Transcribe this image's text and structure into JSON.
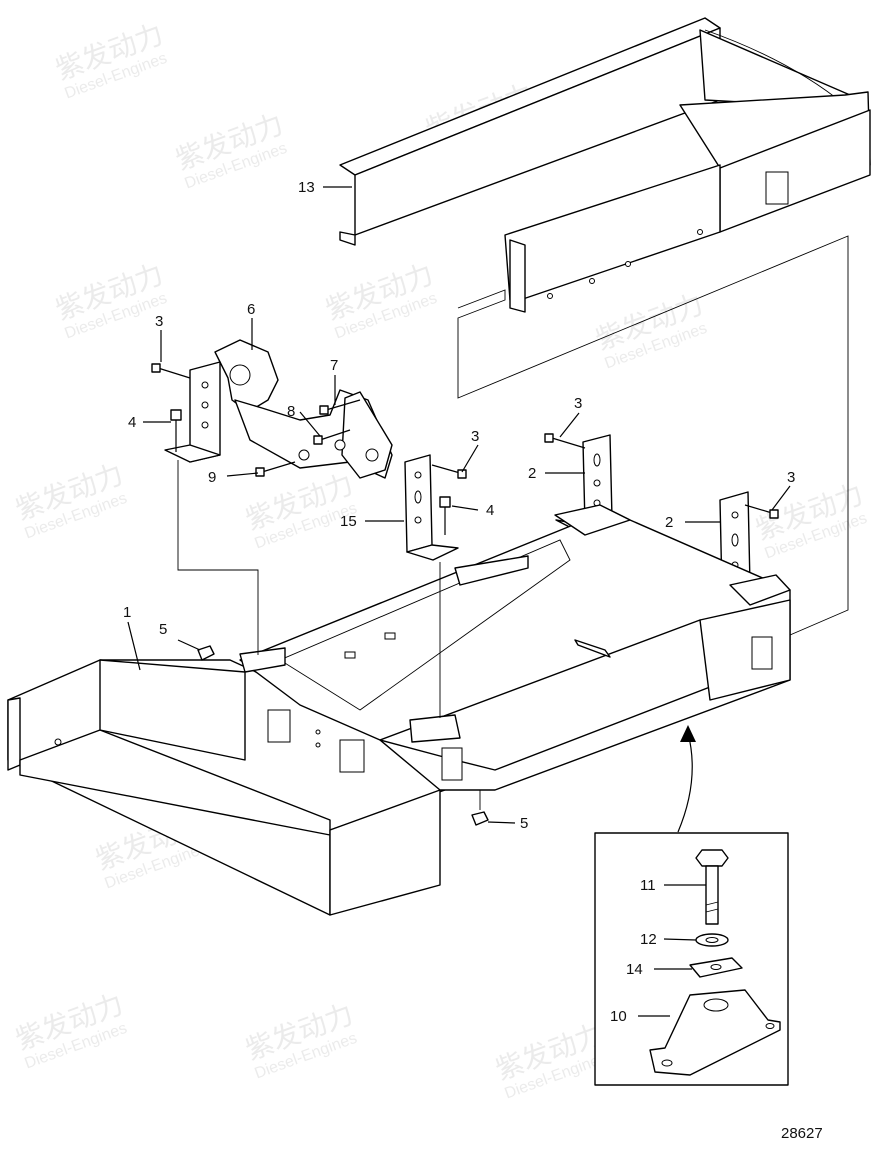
{
  "diagram": {
    "drawing_number": "28627",
    "callouts": [
      {
        "id": "c1",
        "label": "1"
      },
      {
        "id": "c2a",
        "label": "2"
      },
      {
        "id": "c2b",
        "label": "2"
      },
      {
        "id": "c3a",
        "label": "3"
      },
      {
        "id": "c3b",
        "label": "3"
      },
      {
        "id": "c3c",
        "label": "3"
      },
      {
        "id": "c3d",
        "label": "3"
      },
      {
        "id": "c4a",
        "label": "4"
      },
      {
        "id": "c4b",
        "label": "4"
      },
      {
        "id": "c5a",
        "label": "5"
      },
      {
        "id": "c5b",
        "label": "5"
      },
      {
        "id": "c6",
        "label": "6"
      },
      {
        "id": "c7",
        "label": "7"
      },
      {
        "id": "c8",
        "label": "8"
      },
      {
        "id": "c9",
        "label": "9"
      },
      {
        "id": "c10",
        "label": "10"
      },
      {
        "id": "c11",
        "label": "11"
      },
      {
        "id": "c12",
        "label": "12"
      },
      {
        "id": "c13",
        "label": "13"
      },
      {
        "id": "c14",
        "label": "14"
      },
      {
        "id": "c15",
        "label": "15"
      }
    ]
  },
  "watermark": {
    "brand": "紫发动力",
    "sub": "Diesel-Engines"
  }
}
